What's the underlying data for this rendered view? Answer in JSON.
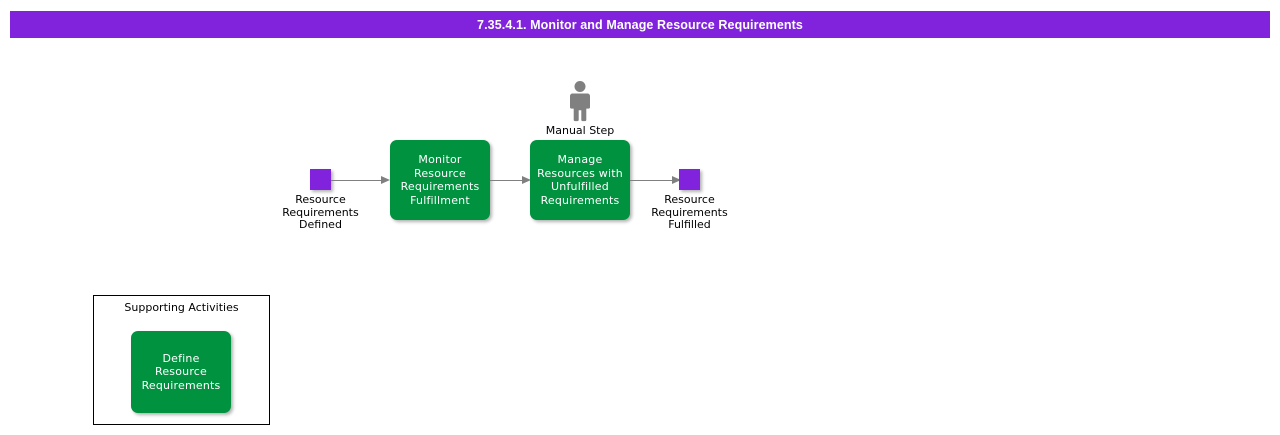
{
  "header": {
    "title": "7.35.4.1. Monitor and Manage Resource Requirements",
    "background_color": "#8122dc",
    "text_color": "#ffffff"
  },
  "colors": {
    "activity_green": "#00923f",
    "event_purple": "#8122dc",
    "connector_gray": "#808080",
    "panel_border": "#000000"
  },
  "diagram": {
    "start_event": {
      "name": "resource-requirements-defined",
      "label": "Resource\nRequirements\nDefined",
      "shape": "square",
      "color": "#8122dc"
    },
    "activities": [
      {
        "name": "monitor-resource-requirements-fulfillment",
        "label": "Monitor\nResource\nRequirements\nFulfillment",
        "color": "#00923f"
      },
      {
        "name": "manage-resources-with-unfulfilled-requirements",
        "label": "Manage\nResources with\nUnfulfilled\nRequirements",
        "color": "#00923f",
        "marker": "manual-step"
      }
    ],
    "end_event": {
      "name": "resource-requirements-fulfilled",
      "label": "Resource\nRequirements\nFulfilled",
      "shape": "square",
      "color": "#8122dc"
    },
    "marker": {
      "name": "manual-step",
      "label": "Manual Step",
      "icon": "person-icon",
      "icon_color": "#808080"
    },
    "connectors": [
      {
        "from": "resource-requirements-defined",
        "to": "monitor-resource-requirements-fulfillment"
      },
      {
        "from": "monitor-resource-requirements-fulfillment",
        "to": "manage-resources-with-unfulfilled-requirements"
      },
      {
        "from": "manage-resources-with-unfulfilled-requirements",
        "to": "resource-requirements-fulfilled"
      }
    ]
  },
  "supporting_activities": {
    "title": "Supporting Activities",
    "items": [
      {
        "name": "define-resource-requirements",
        "label": "Define Resource\nRequirements",
        "color": "#00923f"
      }
    ]
  }
}
